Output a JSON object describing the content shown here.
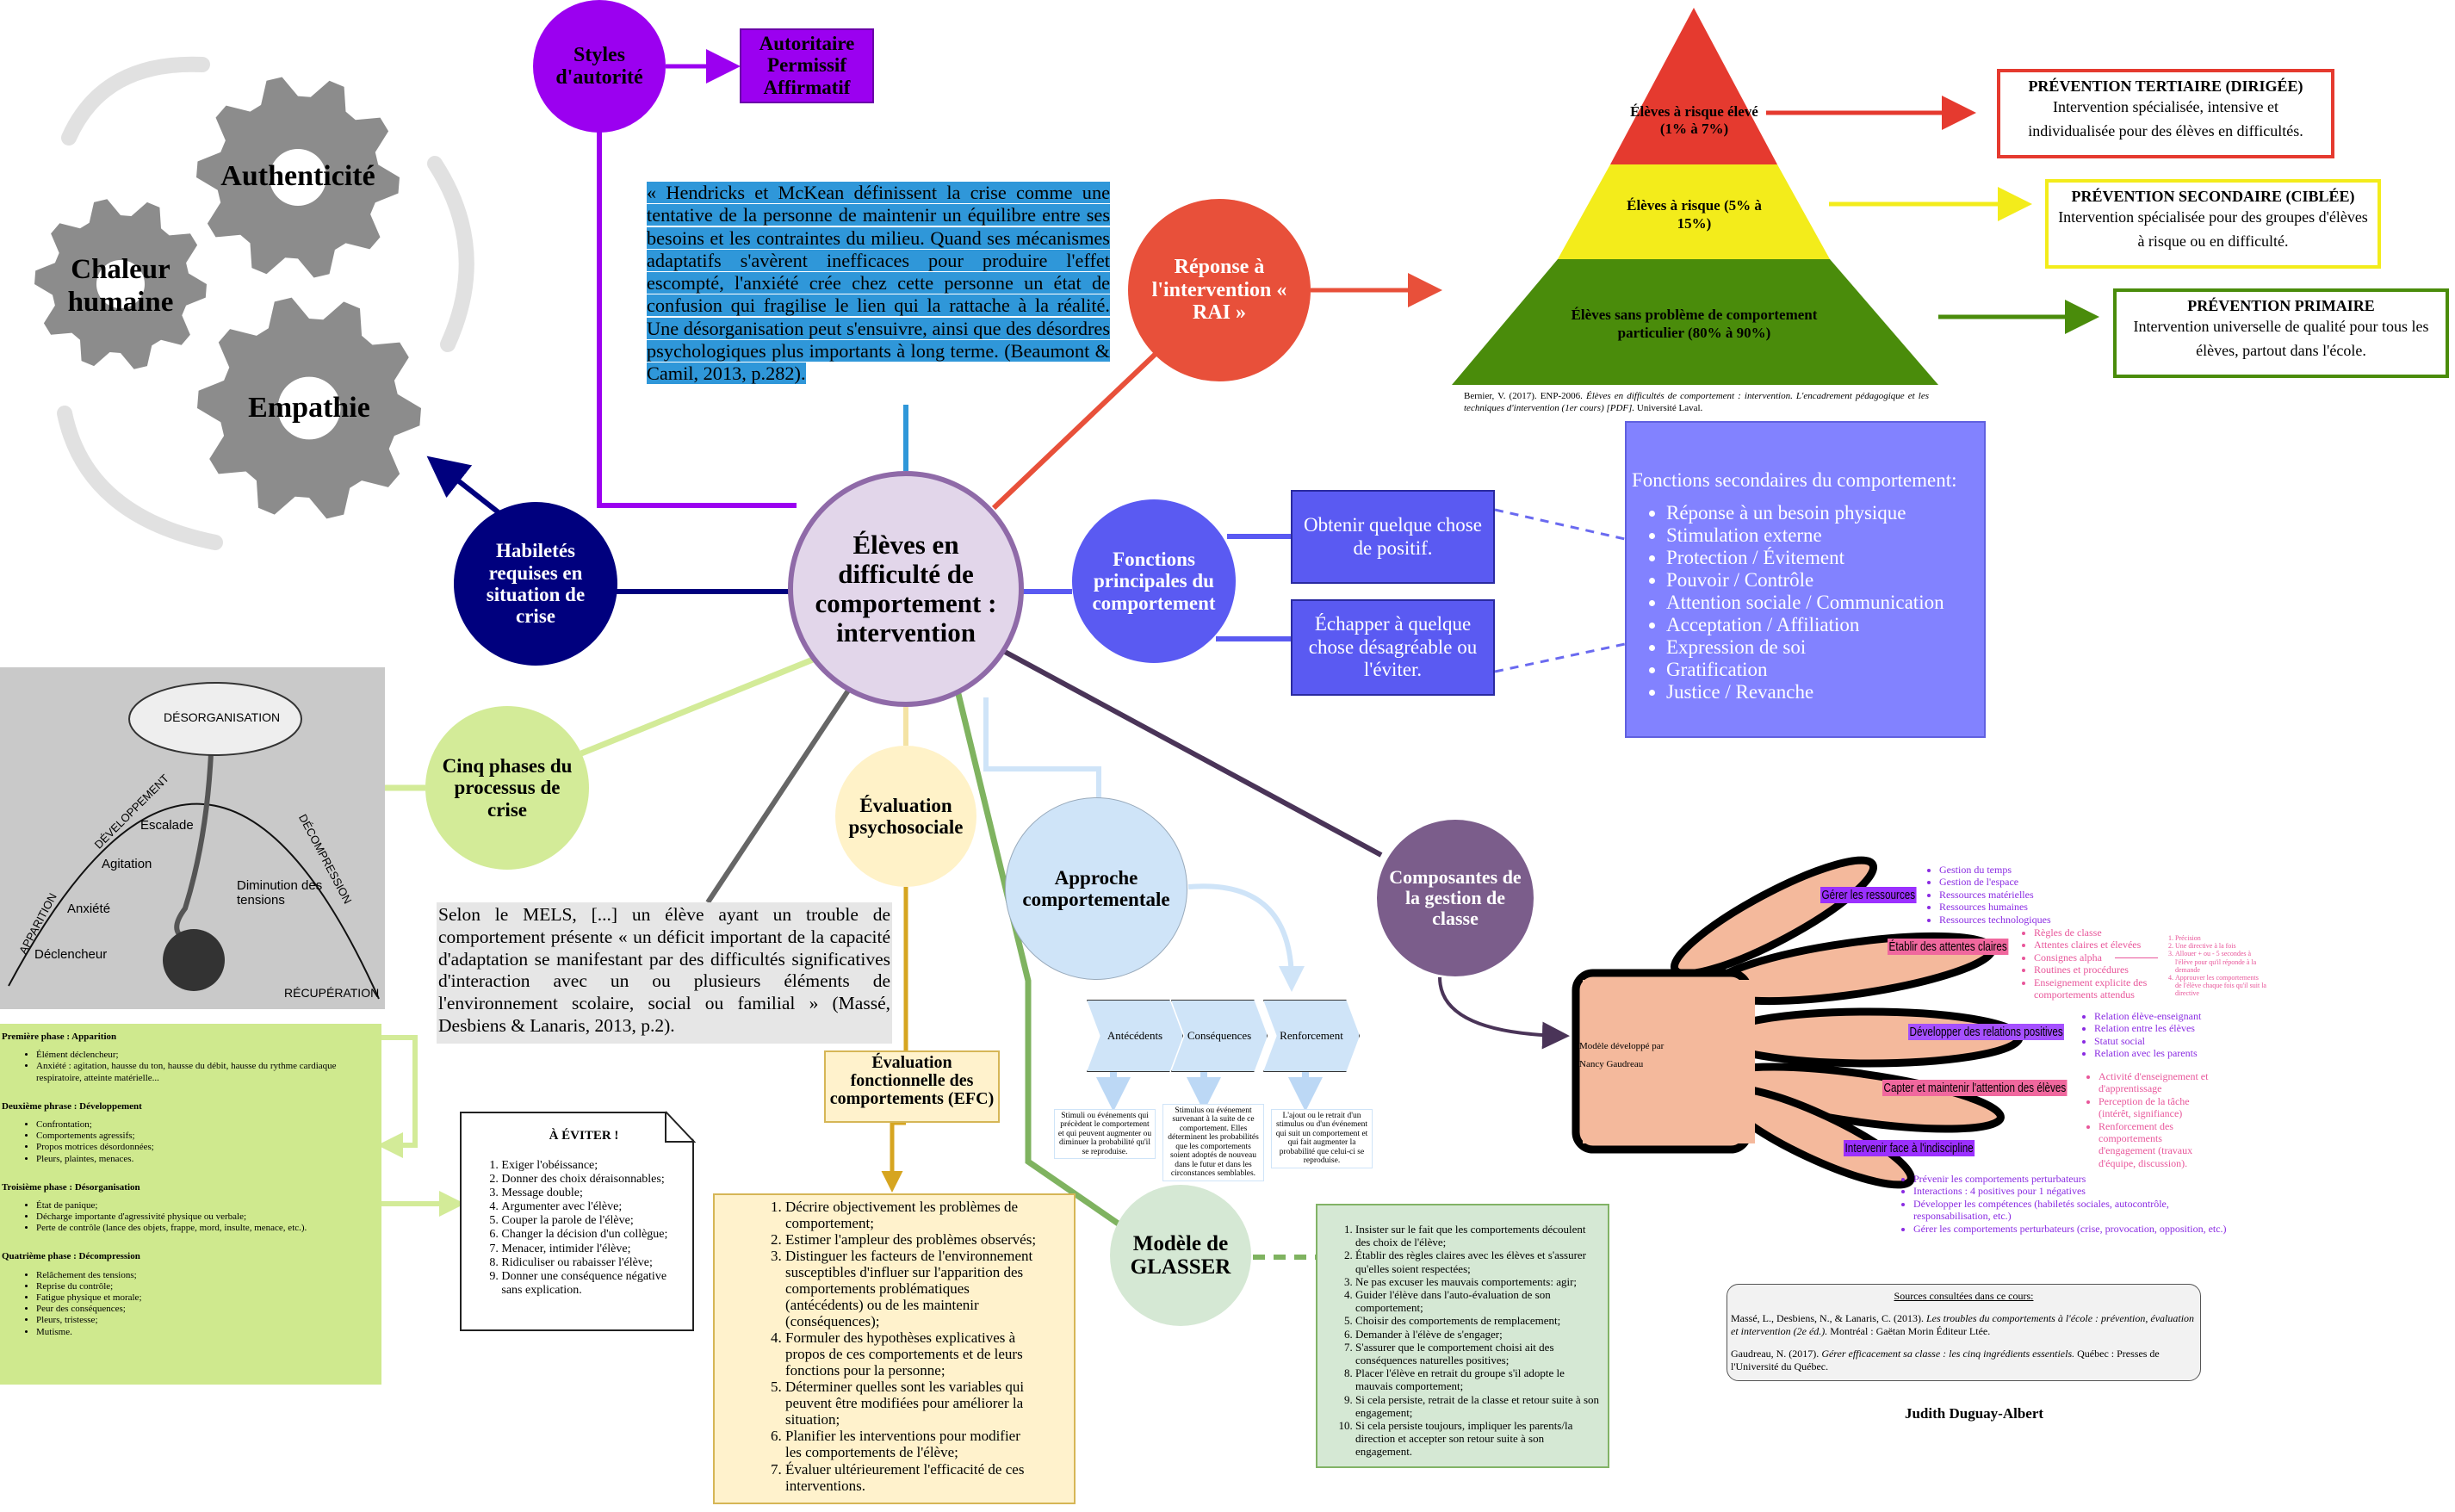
{
  "colors": {
    "styles": "#9b00f0",
    "quote_bg": "#2f97d9",
    "rai": "#e8503a",
    "center_fill": "#e2d6ea",
    "center_border": "#8f6aa8",
    "habiletes": "#00007e",
    "fonctions": "#5a5af2",
    "secondaires": "#8282ff",
    "phases": "#d3eb98",
    "phases_box": "#cfe98e",
    "evaluation": "#fff2c8",
    "approche": "#cfe4f8",
    "composantes": "#7b5d8b",
    "glasser": "#d5e8d4",
    "hand": "#f4b99c",
    "pyramid_red": "#e53a2f",
    "pyramid_yellow": "#f3ec1b",
    "pyramid_green": "#4a8c0b"
  },
  "center": {
    "label": "Élèves en difficulté de comportement : intervention"
  },
  "gears": {
    "items": [
      "Authenticité",
      "Chaleur humaine",
      "Empathie"
    ]
  },
  "styles": {
    "label": "Styles d'autorité",
    "list": [
      "Autoritaire",
      "Permissif",
      "Affirmatif"
    ]
  },
  "quote": {
    "text": "« Hendricks et McKean définissent la crise comme une tentative de la personne de maintenir un équilibre entre ses besoins et les contraintes du milieu. Quand ses mécanismes adaptatifs s'avèrent inefficaces pour produire l'effet escompté, l'anxiété crée chez cette personne un état de confusion qui fragilise le lien qui la rattache à la réalité. Une désorganisation peut s'ensuivre, ainsi que des désordres psychologiques plus importants à long terme. (Beaumont & Camil, 2013, p.282)."
  },
  "rai": {
    "label": "Réponse à l'intervention « RAI »"
  },
  "pyramid": {
    "levels": [
      "Élèves à risque élevé (1% à 7%)",
      "Élèves à risque (5% à 15%)",
      "Élèves sans problème de comportement particulier (80% à 90%)"
    ],
    "citation_plain": "Bernier, V. (2017). ENP-2006. ",
    "citation_italic": "Élèves en difficultés de comportement : intervention. L'encadrement pédagogique et les techniques d'intervention (1er cours) [PDF].",
    "citation_end": " Université Laval."
  },
  "prevention": [
    {
      "title": "PRÉVENTION TERTIAIRE (DIRIGÉE)",
      "text": "Intervention spécialisée, intensive et individualisée pour des élèves en difficultés."
    },
    {
      "title": "PRÉVENTION SECONDAIRE (CIBLÉE)",
      "text": "Intervention spécialisée pour des groupes d'élèves à risque ou en difficulté."
    },
    {
      "title": "PRÉVENTION PRIMAIRE",
      "text": "Intervention universelle de qualité pour tous les élèves, partout dans l'école."
    }
  ],
  "habiletes": {
    "label": "Habiletés requises en situation de crise"
  },
  "fonctions": {
    "label": "Fonctions principales du comportement",
    "boxes": [
      "Obtenir quelque chose de positif.",
      "Échapper à quelque chose désagréable ou l'éviter."
    ],
    "secondaires_title": "Fonctions secondaires du comportement:",
    "secondaires": [
      "Réponse à un besoin physique",
      "Stimulation externe",
      "Protection / Évitement",
      "Pouvoir / Contrôle",
      "Attention sociale / Communication",
      "Acceptation / Affiliation",
      "Expression de soi",
      "Gratification",
      "Justice / Revanche"
    ]
  },
  "phases": {
    "label": "Cinq phases du processus de crise",
    "figure": {
      "top": "DÉSORGANISATION",
      "labels": [
        "APPARITION",
        "DÉVELOPPEMENT",
        "DÉCOMPRESSION",
        "RÉCUPÉRATION",
        "Déclencheur",
        "Anxiété",
        "Agitation",
        "Escalade",
        "Diminution des tensions"
      ]
    },
    "sections": [
      {
        "title": "Première phase : Apparition",
        "items": [
          "Élément déclencheur;",
          "Anxiété : agitation, hausse du ton, hausse du débit, hausse du rythme cardiaque respiratoire, atteinte matérielle..."
        ]
      },
      {
        "title": "Deuxième phrase : Développement",
        "items": [
          "Confrontation;",
          "Comportements agressifs;",
          "Propos motrices désordonnées;",
          "Pleurs, plaintes, menaces."
        ]
      },
      {
        "title": "Troisième phase : Désorganisation",
        "items": [
          "État de panique;",
          "Décharge importante d'agressivité physique ou verbale;",
          "Perte de contrôle (lance des objets, frappe, mord, insulte, menace, etc.)."
        ]
      },
      {
        "title": "Quatrième phase : Décompression",
        "items": [
          "Relâchement des tensions;",
          "Reprise du contrôle;",
          "Fatigue physique et morale;",
          "Peur des conséquences;",
          "Pleurs, tristesse;",
          "Mutisme."
        ]
      }
    ]
  },
  "eviter": {
    "title": "À ÉVITER !",
    "items": [
      "Exiger l'obéissance;",
      "Donner des choix déraisonnables;",
      "Message double;",
      "Argumenter avec l'élève;",
      "Couper la parole de l'élève;",
      "Changer la décision d'un collègue;",
      "Menacer, intimider l'élève;",
      "Ridiculiser ou rabaisser l'élève;",
      "Donner une conséquence négative sans explication."
    ]
  },
  "mels": {
    "text": "Selon le MELS, [...] un élève ayant un trouble de comportement présente « un déficit important de la capacité d'adaptation se manifestant par des difficultés significatives d'interaction avec un ou plusieurs éléments de l'environnement scolaire, social ou familial » (Massé, Desbiens & Lanaris, 2013, p.2)."
  },
  "evaluation": {
    "label": "Évaluation psychosociale",
    "efc": "Évaluation fonctionnelle des comportements (EFC)",
    "steps": [
      "Décrire objectivement les problèmes de comportement;",
      "Estimer l'ampleur des problèmes observés;",
      "Distinguer les facteurs de l'environnement susceptibles d'influer sur l'apparition des comportements problématiques (antécédents) ou de les maintenir (conséquences);",
      "Formuler des hypothèses explicatives à propos de ces comportements et de leurs fonctions pour la personne;",
      "Déterminer quelles sont les variables qui peuvent être modifiées pour améliorer la situation;",
      "Planifier les interventions pour modifier les comportements de l'élève;",
      "Évaluer ultérieurement l'efficacité de ces interventions."
    ]
  },
  "approche": {
    "label": "Approche comportementale",
    "steps": [
      {
        "label": "Antécédents",
        "desc": "Stimuli ou événements qui précèdent le comportement et qui peuvent augmenter ou diminuer la probabilité qu'il se reproduise."
      },
      {
        "label": "Conséquences",
        "desc": "Stimulus ou événement survenant à la suite de ce comportement. Elles déterminent les probabilités que les comportements soient adoptés de nouveau dans le futur et dans les circonstances semblables."
      },
      {
        "label": "Renforcement",
        "desc": "L'ajout ou le retrait d'un stimulus ou d'un événement qui suit un comportement et qui fait augmenter la probabilité que celui-ci se reproduise."
      }
    ]
  },
  "composantes": {
    "label": "Composantes de la gestion de classe",
    "hand_note": "Modèle développé par Nancy Gaudreau",
    "fingers": [
      {
        "label": "Gérer les ressources",
        "items": [
          "Gestion du temps",
          "Gestion de l'espace",
          "Ressources matérielles",
          "Ressources humaines",
          "Ressources technologiques"
        ]
      },
      {
        "label": "Établir des attentes claires",
        "items": [
          "Règles de classe",
          "Attentes claires et élevées",
          "Consignes alpha",
          "Routines et procédures",
          "Enseignement explicite des comportements attendus"
        ],
        "sub": [
          "Précision",
          "Une directive à la fois",
          "Allouer + ou - 5 secondes à l'élève pour qu'il réponde à la demande",
          "Approuver les comportements de l'élève chaque fois qu'il suit la directive"
        ]
      },
      {
        "label": "Développer des relations positives",
        "items": [
          "Relation élève-enseignant",
          "Relation entre les élèves",
          "Statut social",
          "Relation avec les parents"
        ]
      },
      {
        "label": "Capter et maintenir l'attention des élèves",
        "items": [
          "Activité d'enseignement et d'apprentissage",
          "Perception de la tâche (intérêt, signifiance)",
          "Renforcement des comportements d'engagement (travaux d'équipe, discussion)."
        ]
      },
      {
        "label": "Intervenir face à l'indiscipline",
        "items": [
          "Prévenir les comportements perturbateurs",
          "Interactions : 4 positives pour 1 négatives",
          "Développer les compétences (habiletés sociales, autocontrôle, responsabilisation, etc.)",
          "Gérer les comportements perturbateurs (crise, provocation, opposition, etc.)"
        ]
      }
    ]
  },
  "glasser": {
    "label": "Modèle de GLASSER",
    "steps": [
      "Insister sur le fait que les comportements découlent des choix de l'élève;",
      "Établir des règles claires avec les élèves et s'assurer qu'elles soient respectées;",
      "Ne pas excuser les mauvais comportements: agir;",
      "Guider l'élève dans l'auto-évaluation de son comportement;",
      "Choisir des comportements de remplacement;",
      "Demander à l'élève de s'engager;",
      "S'assurer que le comportement choisi ait des conséquences naturelles positives;",
      "Placer l'élève en retrait du groupe s'il adopte le mauvais comportement;",
      "Si cela persiste, retrait de la classe et retour suite à son engagement;",
      "Si cela persiste toujours, impliquer les parents/la direction et accepter son retour suite à son engagement."
    ]
  },
  "sources": {
    "title": "Sources consultées dans ce cours:",
    "refs": [
      {
        "plain": "Massé, L., Desbiens, N., & Lanaris, C. (2013). ",
        "italic": "Les troubles du comportements à l'école : prévention, évaluation et intervention (2e éd.).",
        "end": " Montréal : Gaëtan Morin Éditeur Ltée."
      },
      {
        "plain": "Gaudreau, N. (2017). ",
        "italic": "Gérer efficacement sa classe : les cinq ingrédients essentiels.",
        "end": " Québec : Presses de l'Université du Québec."
      }
    ],
    "author": "Judith Duguay-Albert"
  }
}
